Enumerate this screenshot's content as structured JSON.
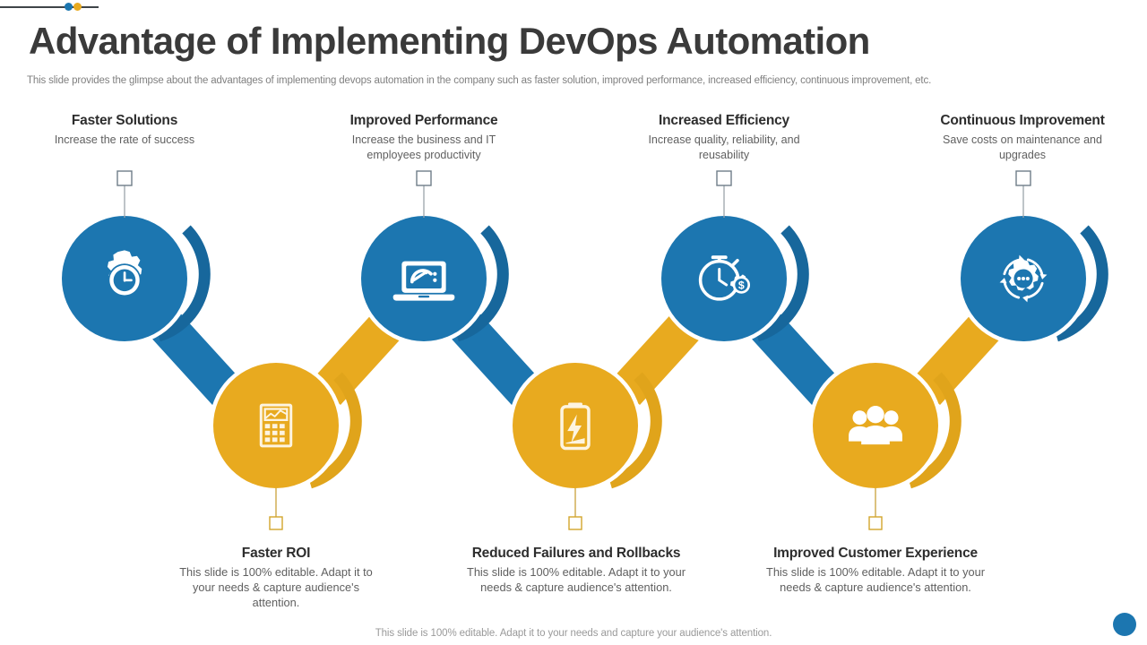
{
  "theme": {
    "blue": "#1c76b0",
    "blue_dark": "#17679c",
    "yellow": "#e8aa1f",
    "yellow_dark": "#e0a41b",
    "title_color": "#3a3a3a",
    "body_color": "#5f5f5f",
    "muted_color": "#9a9a9a"
  },
  "header": {
    "title": "Advantage of Implementing DevOps Automation",
    "subtitle": "This slide provides the glimpse about the advantages of implementing devops automation in the company such as faster solution, improved performance, increased efficiency, continuous improvement, etc."
  },
  "top_items": [
    {
      "heading": "Faster Solutions",
      "body": "Increase the rate of success",
      "icon": "gear-clock-icon",
      "color": "#1c76b0"
    },
    {
      "heading": "Improved Performance",
      "body": "Increase the business and IT employees productivity",
      "icon": "laptop-speedometer-icon",
      "color": "#1c76b0"
    },
    {
      "heading": "Increased Efficiency",
      "body": "Increase quality, reliability, and reusability",
      "icon": "stopwatch-dollar-gear-icon",
      "color": "#1c76b0"
    },
    {
      "heading": "Continuous Improvement",
      "body": "Save costs on maintenance and upgrades",
      "icon": "gear-cycle-arrows-icon",
      "color": "#1c76b0"
    }
  ],
  "bottom_items": [
    {
      "heading": "Faster ROI",
      "body": "This slide is 100% editable. Adapt it to your needs & capture audience's attention.",
      "icon": "calculator-chart-icon",
      "color": "#e8aa1f"
    },
    {
      "heading": "Reduced Failures and Rollbacks",
      "body": "This slide is 100% editable. Adapt it to your needs & capture audience's attention.",
      "icon": "battery-bolt-icon",
      "color": "#e8aa1f"
    },
    {
      "heading": "Improved Customer Experience",
      "body": "This slide is 100% editable. Adapt it to your needs & capture audience's attention.",
      "icon": "people-group-icon",
      "color": "#e8aa1f"
    }
  ],
  "footer": {
    "note": "This slide is 100% editable. Adapt it to your needs and capture your audience's attention."
  }
}
